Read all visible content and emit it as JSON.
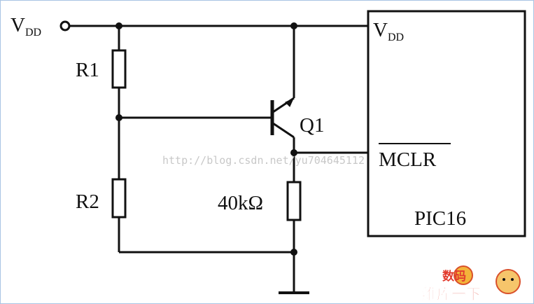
{
  "diagram": {
    "vdd_input": {
      "main": "V",
      "sub": "DD"
    },
    "vdd_pin": {
      "main": "V",
      "sub": "DD"
    },
    "r1": "R1",
    "r2": "R2",
    "q1": "Q1",
    "r_pulldown": "40kΩ",
    "mclr": "MCLR",
    "chip": "PIC16"
  },
  "watermark": {
    "url": "http://blog.csdn.net/yu704645112"
  },
  "logo": {
    "top_text": "数码",
    "bottom_text": "维库一下",
    "color": "#e23b2e"
  },
  "colors": {
    "wire": "#111111",
    "background": "#ffffff",
    "border": "#a9c4e4"
  }
}
